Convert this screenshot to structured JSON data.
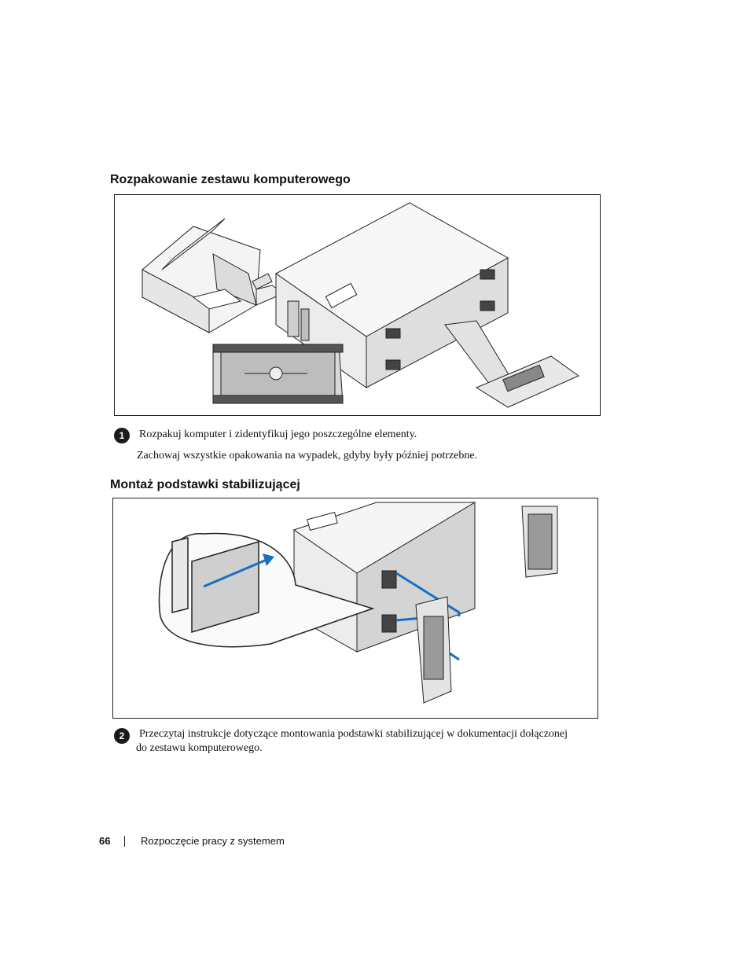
{
  "section1": {
    "heading": "Rozpakowanie zestawu komputerowego",
    "step_number": "1",
    "step_text": "Rozpakuj komputer i zidentyfikuj jego poszczególne elementy.",
    "note": "Zachowaj wszystkie opakowania na wypadek, gdyby były później potrzebne."
  },
  "section2": {
    "heading": "Montaż podstawki stabilizującej",
    "step_number": "2",
    "step_text_line1": "Przeczytaj instrukcje dotyczące montowania podstawki stabilizującej w dokumentacji dołączonej",
    "step_text_line2": "do zestawu komputerowego."
  },
  "figure_colors": {
    "accent": "#1a6fc4",
    "line": "#222222",
    "metal": "#c8c8c8",
    "dark": "#555555"
  },
  "footer": {
    "page_number": "66",
    "title": "Rozpoczęcie pracy z systemem"
  }
}
